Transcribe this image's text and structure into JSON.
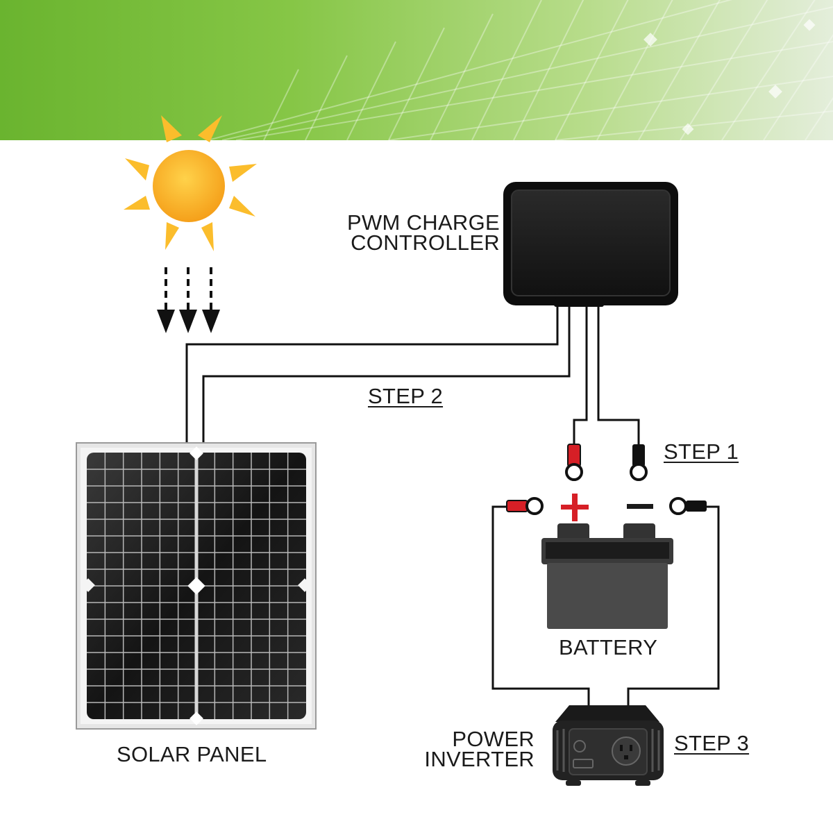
{
  "labels": {
    "controller_line1": "PWM CHARGE",
    "controller_line2": "CONTROLLER",
    "step2": "STEP 2",
    "step1": "STEP 1",
    "battery": "BATTERY",
    "solar_panel": "SOLAR PANEL",
    "inverter_line1": "POWER",
    "inverter_line2": "INVERTER",
    "step3": "STEP 3",
    "plus_sign": "+",
    "minus_sign": "−"
  },
  "colors": {
    "banner_green": "#7dc242",
    "sun": "#f7a81b",
    "sun_rays": "#fbbd2c",
    "wire": "#111111",
    "positive_terminal": "#d61f26",
    "negative_terminal": "#1a1a1a"
  }
}
